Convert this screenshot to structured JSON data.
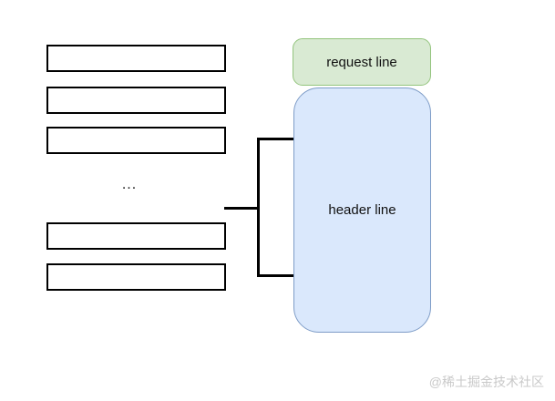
{
  "diagram": {
    "field_rows": {
      "count": 5
    },
    "ellipsis": "...",
    "request_box": {
      "label": "request line",
      "fill": "#d9ead3",
      "border": "#93c47d"
    },
    "header_box": {
      "label": "header line",
      "fill": "#dae8fc",
      "border": "#7e9cc7"
    },
    "connector_color": "#000000"
  },
  "watermark": {
    "text": "@稀土掘金技术社区",
    "color": "#c9c9c9"
  }
}
